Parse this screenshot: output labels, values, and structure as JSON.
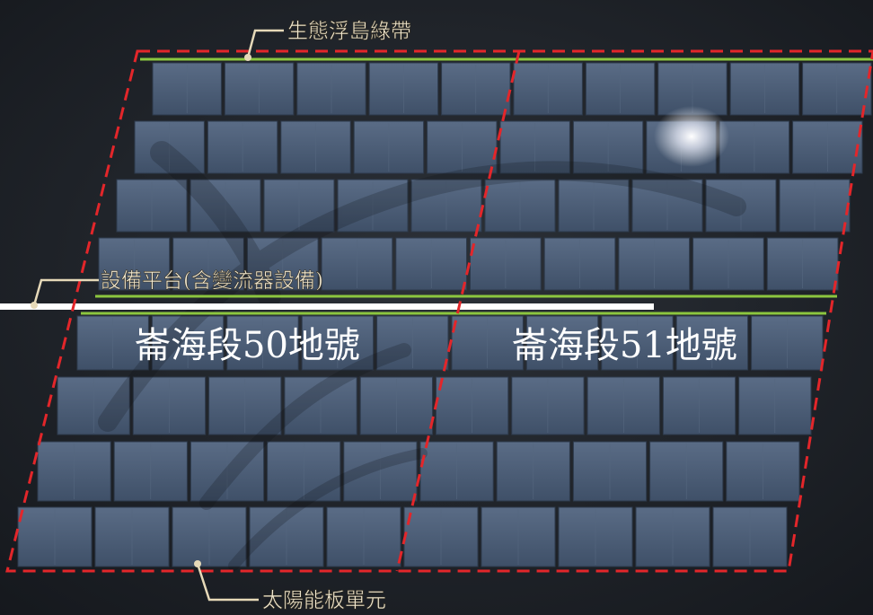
{
  "callouts": {
    "eco_island": "生態浮島綠帶",
    "platform": "設備平台(含變流器設備)",
    "panel_unit": "太陽能板單元"
  },
  "sections": {
    "left": "崙海段50地號",
    "right": "崙海段51地號"
  },
  "colors": {
    "boundary": "#e3262a",
    "green_strip": "#8cc63f",
    "panel": "#4c5e76",
    "water": "#1f2329",
    "callout_line": "#e6d9b8",
    "callout_text": "#f3ead3"
  }
}
